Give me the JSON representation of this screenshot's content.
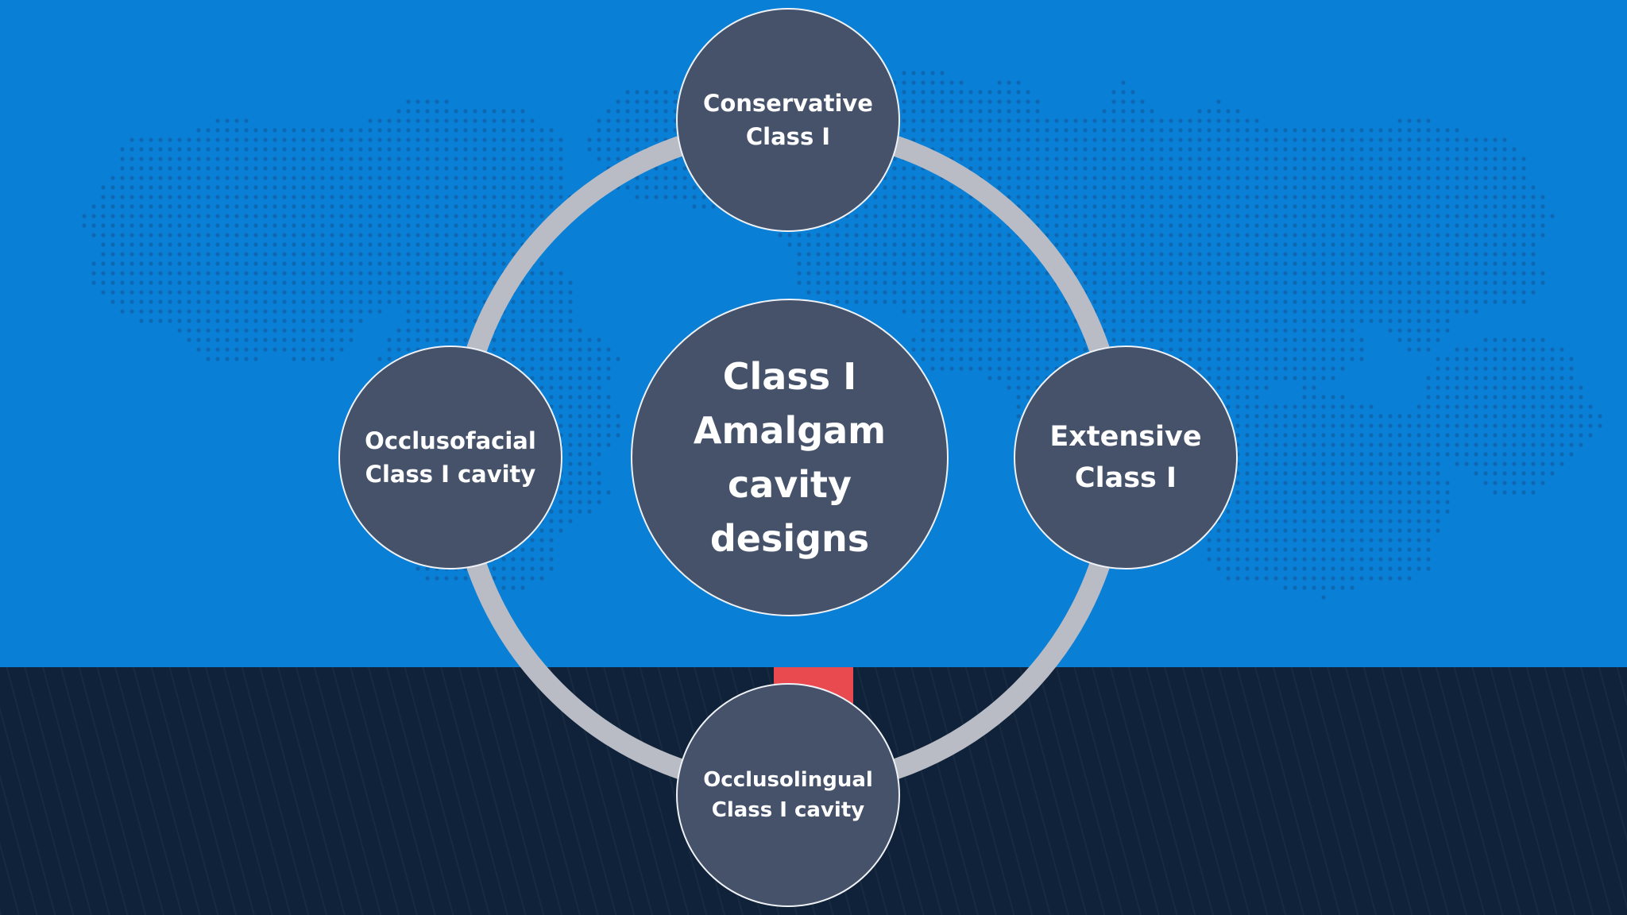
{
  "center": {
    "label": "Class I\nAmalgam\ncavity\ndesigns"
  },
  "satellites": [
    {
      "id": "top",
      "label": "Conservative\nClass I"
    },
    {
      "id": "right",
      "label": "Extensive\nClass I"
    },
    {
      "id": "bottom",
      "label": "Occlusolingual\nClass I cavity"
    },
    {
      "id": "left",
      "label": "Occlusofacial\nClass I cavity"
    }
  ],
  "colors": {
    "background_top": "#0a7fd6",
    "background_bottom": "#0f2239",
    "node_fill": "#45526a",
    "ring": "#b9bcc4",
    "accent": "#e84a50",
    "text": "#ffffff"
  }
}
